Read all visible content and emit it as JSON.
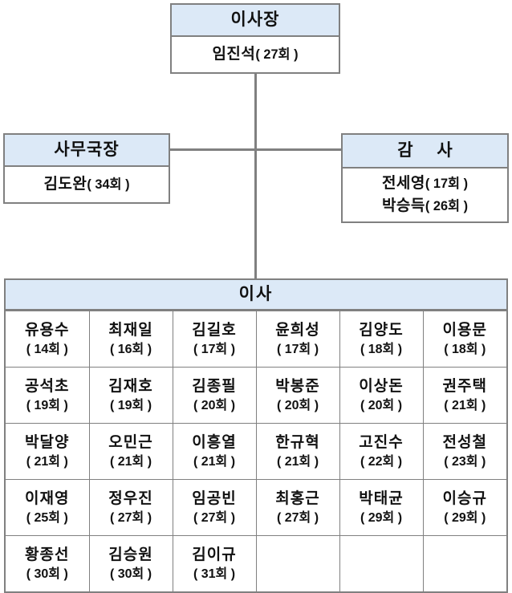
{
  "diagram": {
    "type": "organization-chart",
    "colors": {
      "header_fill": "#dce9f7",
      "border": "#808080",
      "body_fill": "#ffffff",
      "text": "#111111"
    }
  },
  "chairman": {
    "title": "이사장",
    "members": [
      {
        "name": "임진석",
        "term": "( 27회 )"
      }
    ]
  },
  "secretary_general": {
    "title": "사무국장",
    "members": [
      {
        "name": "김도완",
        "term": "( 34회 )"
      }
    ]
  },
  "auditors": {
    "title": "감 사",
    "members": [
      {
        "name": "전세영",
        "term": "( 17회 )"
      },
      {
        "name": "박승득",
        "term": "( 26회 )"
      }
    ]
  },
  "directors": {
    "title": "이사",
    "columns": 6,
    "rows": [
      [
        {
          "name": "유용수",
          "term": "( 14회 )"
        },
        {
          "name": "최재일",
          "term": "( 16회 )"
        },
        {
          "name": "김길호",
          "term": "( 17회 )"
        },
        {
          "name": "윤희성",
          "term": "( 17회 )"
        },
        {
          "name": "김양도",
          "term": "( 18회 )"
        },
        {
          "name": "이용문",
          "term": "( 18회 )"
        }
      ],
      [
        {
          "name": "공석초",
          "term": "( 19회 )"
        },
        {
          "name": "김재호",
          "term": "( 19회 )"
        },
        {
          "name": "김종필",
          "term": "( 20회 )"
        },
        {
          "name": "박봉준",
          "term": "( 20회 )"
        },
        {
          "name": "이상돈",
          "term": "( 20회 )"
        },
        {
          "name": "권주택",
          "term": "( 21회 )"
        }
      ],
      [
        {
          "name": "박달양",
          "term": "( 21회 )"
        },
        {
          "name": "오민근",
          "term": "( 21회 )"
        },
        {
          "name": "이흥열",
          "term": "( 21회 )"
        },
        {
          "name": "한규혁",
          "term": "( 21회 )"
        },
        {
          "name": "고진수",
          "term": "( 22회 )"
        },
        {
          "name": "전성철",
          "term": "( 23회 )"
        }
      ],
      [
        {
          "name": "이재영",
          "term": "( 25회 )"
        },
        {
          "name": "정우진",
          "term": "( 27회 )"
        },
        {
          "name": "임공빈",
          "term": "( 27회 )"
        },
        {
          "name": "최홍근",
          "term": "( 27회 )"
        },
        {
          "name": "박태균",
          "term": "( 29회 )"
        },
        {
          "name": "이승규",
          "term": "( 29회 )"
        }
      ],
      [
        {
          "name": "황종선",
          "term": "( 30회 )"
        },
        {
          "name": "김승원",
          "term": "( 30회 )"
        },
        {
          "name": "김이규",
          "term": "( 31회 )"
        },
        {
          "name": "",
          "term": ""
        },
        {
          "name": "",
          "term": ""
        },
        {
          "name": "",
          "term": ""
        }
      ]
    ]
  }
}
